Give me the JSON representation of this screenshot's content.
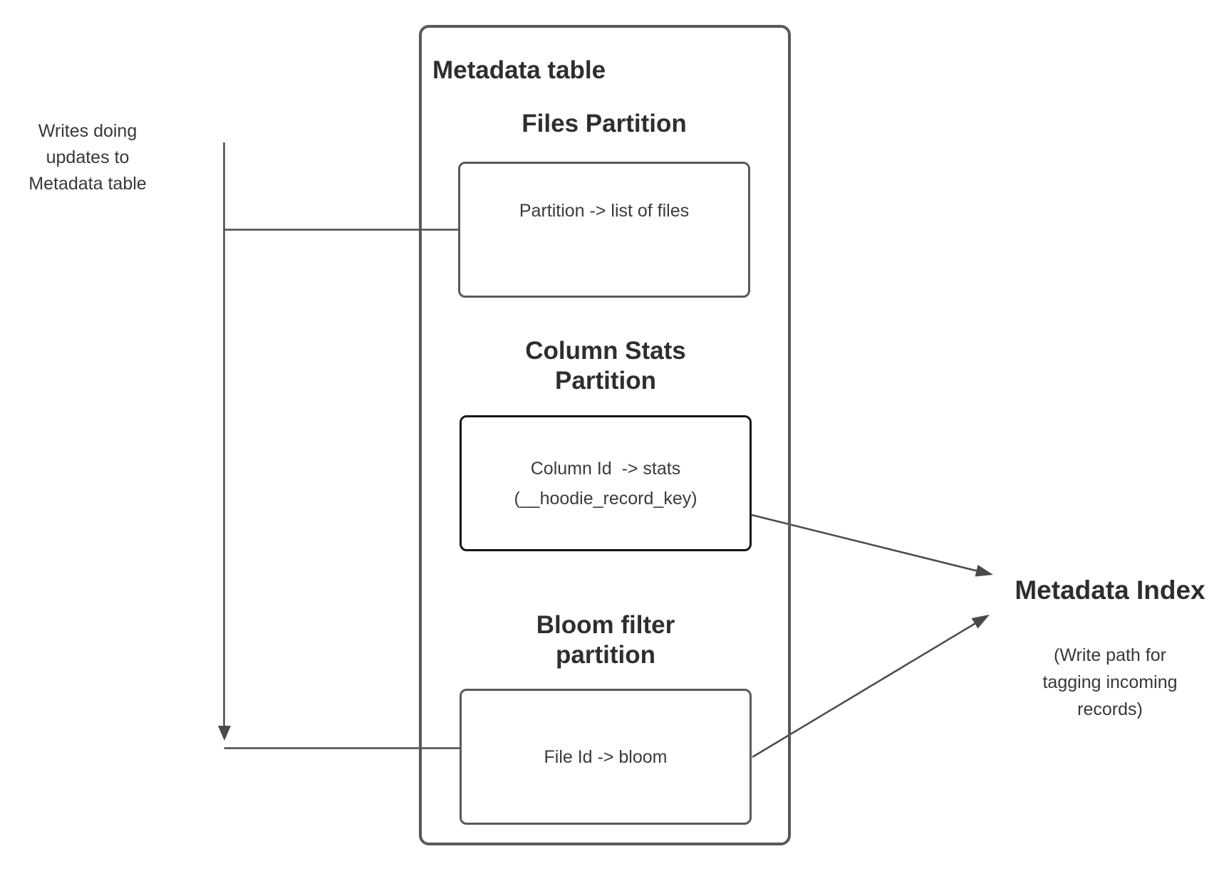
{
  "diagram": {
    "left_note": "Writes doing\nupdates to\nMetadata table",
    "container": {
      "title": "Metadata table",
      "sections": [
        {
          "header": "Files Partition",
          "box": "Partition -> list of files"
        },
        {
          "header": "Column Stats\nPartition",
          "box": "Column Id  -> stats\n(__hoodie_record_key)"
        },
        {
          "header": "Bloom filter\npartition",
          "box": "File Id -> bloom"
        }
      ]
    },
    "right_note": {
      "title": "Metadata Index",
      "subtitle": "(Write path for\ntagging incoming\nrecords)"
    },
    "colors": {
      "border_gray": "#595959",
      "border_black": "#161616",
      "arrow": "#4a4a4a",
      "text": "#333333"
    }
  }
}
